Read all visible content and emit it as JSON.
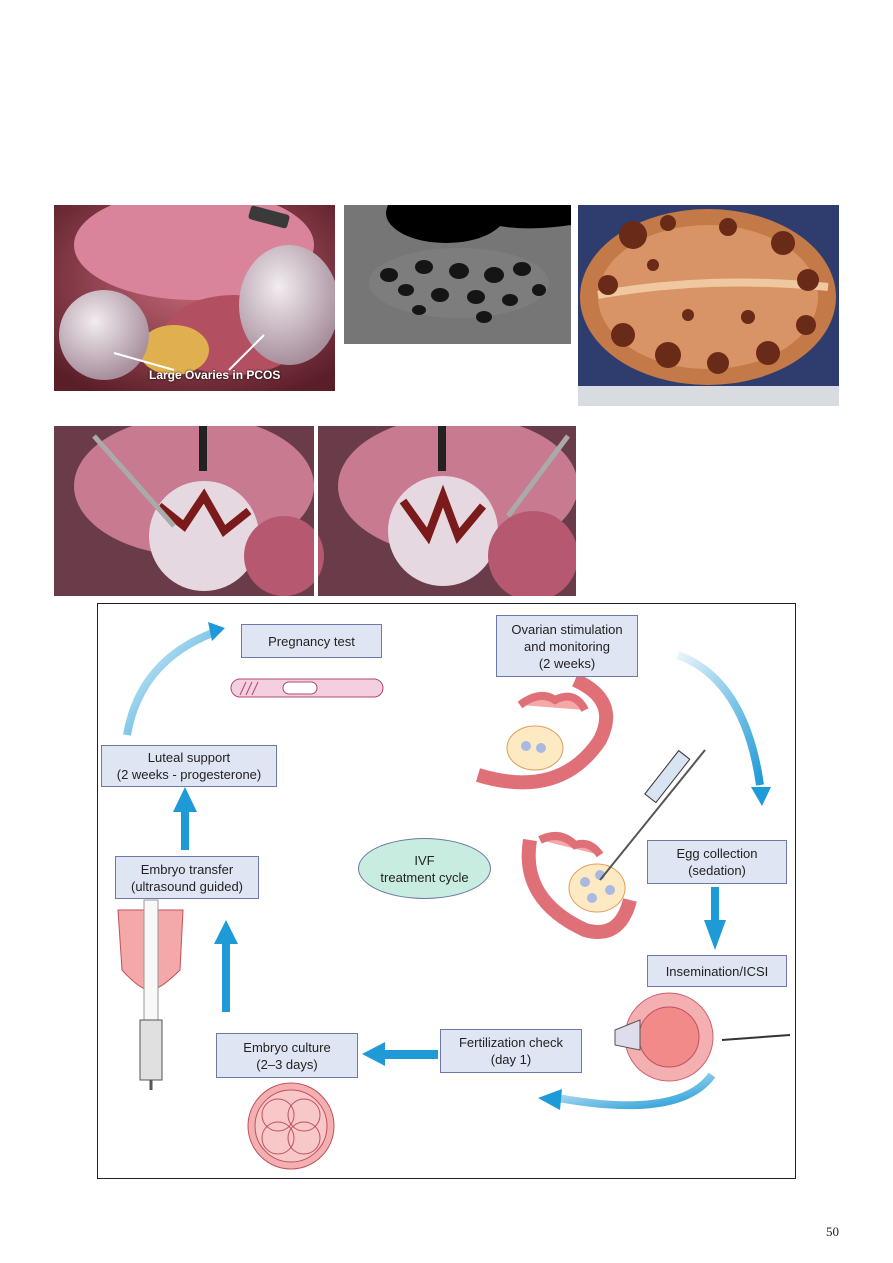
{
  "photos": {
    "laparoscopy_caption": "Large Ovaries in PCOS"
  },
  "diagram": {
    "center_label": "IVF\ntreatment cycle",
    "steps": {
      "pregnancy_test": "Pregnancy test",
      "ovarian_stimulation": "Ovarian stimulation\nand monitoring\n(2 weeks)",
      "luteal_support": "Luteal support\n(2 weeks - progesterone)",
      "egg_collection": "Egg collection\n(sedation)",
      "embryo_transfer": "Embryo transfer\n(ultrasound guided)",
      "insemination": "Insemination/ICSI",
      "fertilization_check": "Fertilization check\n(day 1)",
      "embryo_culture": "Embryo culture\n(2–3 days)"
    },
    "colors": {
      "box_fill": "#dfe5f3",
      "center_fill": "#c9ece1",
      "arrow": "#1e9ad6"
    }
  },
  "page": {
    "number": "50"
  }
}
